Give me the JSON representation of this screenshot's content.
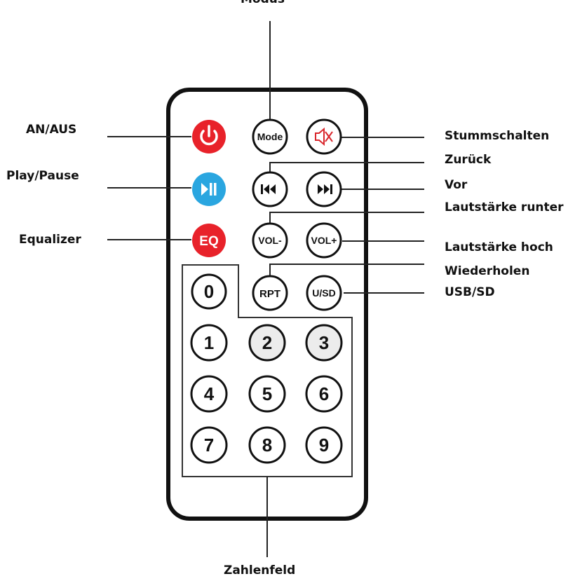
{
  "labels": {
    "modus": "Modus",
    "an_aus": "AN/AUS",
    "play_pause": "Play/Pause",
    "equalizer": "Equalizer",
    "stummschalten": "Stummschalten",
    "zurueck": "Zurück",
    "vor": "Vor",
    "lautstaerke_runter": "Lautstärke runter",
    "lautstaerke_hoch": "Lautstärke hoch",
    "wiederholen": "Wiederholen",
    "usb_sd": "USB/SD",
    "zahlenfeld": "Zahlenfeld"
  },
  "buttons": {
    "eq": "EQ",
    "mode": "Mode",
    "vol_minus": "VOL-",
    "vol_plus": "VOL+",
    "rpt": "RPT",
    "usd": "U/SD",
    "num0": "0",
    "num1": "1",
    "num2": "2",
    "num3": "3",
    "num4": "4",
    "num5": "5",
    "num6": "6",
    "num7": "7",
    "num8": "8",
    "num9": "9"
  },
  "icons": {
    "power": "power-icon",
    "play_pause": "play-pause-icon",
    "mute": "mute-icon",
    "previous": "previous-track-icon",
    "next": "next-track-icon"
  },
  "colors": {
    "power_red": "#e8222a",
    "play_blue": "#2aa6e0",
    "eq_red": "#e8222a",
    "mute_red": "#d9262c"
  }
}
